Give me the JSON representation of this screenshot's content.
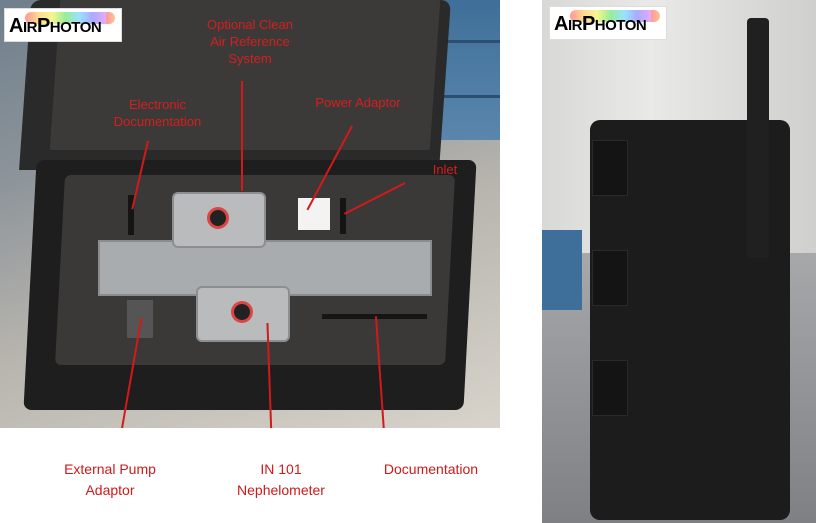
{
  "left_panel": {
    "logo": {
      "brand": "AirPhoton",
      "big_a": "A",
      "ir": "IR",
      "big_p": "P",
      "hoton": "HOTON"
    },
    "labels_on_photo": {
      "optional_clean_air": [
        "Optional Clean",
        "Air Reference",
        "System"
      ],
      "electronic_documentation": [
        "Electronic",
        "Documentation"
      ],
      "power_adaptor": "Power Adaptor",
      "inlet": "Inlet"
    },
    "labels_below": {
      "external_pump_adaptor": [
        "External Pump",
        "Adaptor"
      ],
      "nephelometer": [
        "IN 101",
        "Nephelometer"
      ],
      "documentation": "Documentation"
    }
  },
  "right_panel": {
    "logo": {
      "brand": "AirPhoton",
      "big_a": "A",
      "ir": "IR",
      "big_p": "P",
      "hoton": "HOTON"
    }
  },
  "colors": {
    "annotation_red": "#cc1a1a",
    "case_black": "#1e1e1e",
    "foam_gray": "#3a3938"
  }
}
